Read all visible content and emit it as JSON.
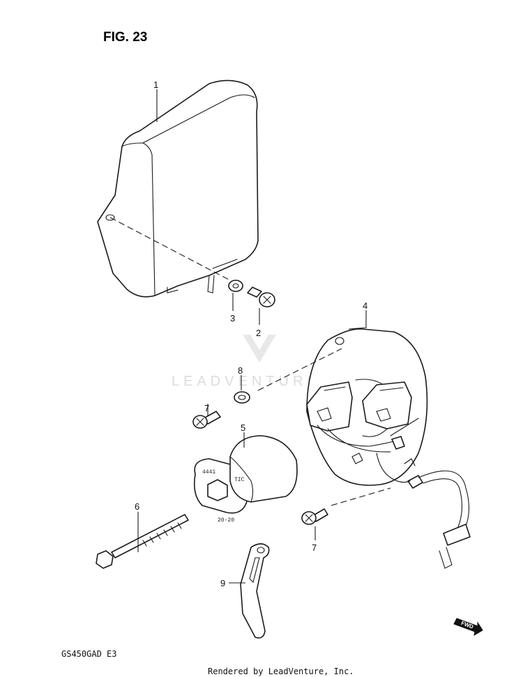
{
  "figure": {
    "title": "FIG. 23",
    "model_code": "GS450GAD  E3",
    "footer": "Rendered by LeadVenture, Inc."
  },
  "watermark": {
    "text": "LEADVENTURE"
  },
  "callouts": [
    {
      "id": "1",
      "label": "1"
    },
    {
      "id": "2",
      "label": "2"
    },
    {
      "id": "3",
      "label": "3"
    },
    {
      "id": "4",
      "label": "4"
    },
    {
      "id": "5",
      "label": "5"
    },
    {
      "id": "6",
      "label": "6"
    },
    {
      "id": "7a",
      "label": "7"
    },
    {
      "id": "7b",
      "label": "7"
    },
    {
      "id": "8",
      "label": "8"
    },
    {
      "id": "9",
      "label": "9"
    }
  ],
  "part_markings": {
    "pickup_stamp_1": "4441",
    "pickup_stamp_2": "TIC",
    "pickup_stamp_3": "20-20",
    "fwd_arrow": "FWD"
  },
  "colors": {
    "line": "#1a1a1a",
    "background": "#ffffff",
    "watermark": "#d9d9d9"
  }
}
